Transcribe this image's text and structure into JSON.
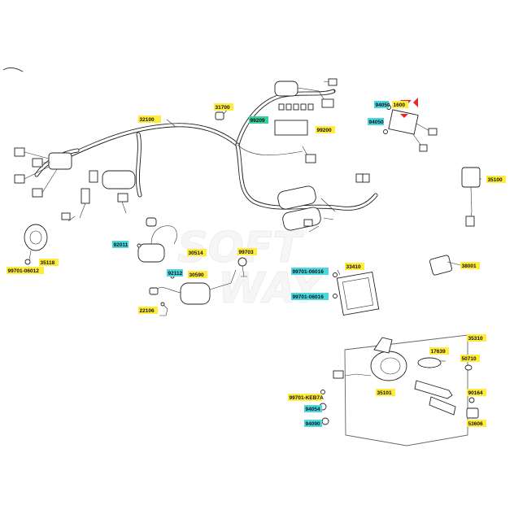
{
  "watermark": {
    "line1": "SOFT",
    "line2": "WAY"
  },
  "colors": {
    "yellow": "#ffec3d",
    "green": "#38d19a",
    "cyan": "#4ad7e0",
    "red": "#e8242c"
  },
  "labels": [
    {
      "id": "32100",
      "text": "32100",
      "color": "yellow"
    },
    {
      "id": "31700",
      "text": "31700",
      "color": "yellow"
    },
    {
      "id": "99209",
      "text": "99209",
      "color": "green"
    },
    {
      "id": "99200",
      "text": "99200",
      "color": "yellow"
    },
    {
      "id": "94050a",
      "text": "94050",
      "color": "cyan"
    },
    {
      "id": "1600",
      "text": "1600",
      "color": "yellow"
    },
    {
      "id": "94050b",
      "text": "94050",
      "color": "cyan"
    },
    {
      "id": "35100",
      "text": "35100",
      "color": "yellow"
    },
    {
      "id": "35118",
      "text": "35118",
      "color": "yellow"
    },
    {
      "id": "92011a",
      "text": "92011",
      "color": "cyan"
    },
    {
      "id": "92112",
      "text": "92112",
      "color": "cyan"
    },
    {
      "id": "99701a",
      "text": "99701-06012",
      "color": "yellow"
    },
    {
      "id": "30514",
      "text": "30514",
      "color": "yellow"
    },
    {
      "id": "99703",
      "text": "99703",
      "color": "yellow"
    },
    {
      "id": "99701b",
      "text": "99701-06016",
      "color": "cyan"
    },
    {
      "id": "33410",
      "text": "33410",
      "color": "yellow"
    },
    {
      "id": "38001",
      "text": "38001",
      "color": "yellow"
    },
    {
      "id": "30590",
      "text": "30590",
      "color": "yellow"
    },
    {
      "id": "99701c",
      "text": "99701-06016",
      "color": "cyan"
    },
    {
      "id": "22106",
      "text": "22106",
      "color": "yellow"
    },
    {
      "id": "35310",
      "text": "35310",
      "color": "yellow"
    },
    {
      "id": "17639",
      "text": "17639",
      "color": "yellow"
    },
    {
      "id": "50710",
      "text": "50710",
      "color": "yellow"
    },
    {
      "id": "35101",
      "text": "35101",
      "color": "yellow"
    },
    {
      "id": "90164",
      "text": "90164",
      "color": "yellow"
    },
    {
      "id": "53606",
      "text": "53606",
      "color": "yellow"
    },
    {
      "id": "99701d",
      "text": "99701-KEB7A",
      "color": "yellow"
    },
    {
      "id": "94054",
      "text": "94054",
      "color": "cyan"
    },
    {
      "id": "94090",
      "text": "94090",
      "color": "cyan"
    }
  ]
}
